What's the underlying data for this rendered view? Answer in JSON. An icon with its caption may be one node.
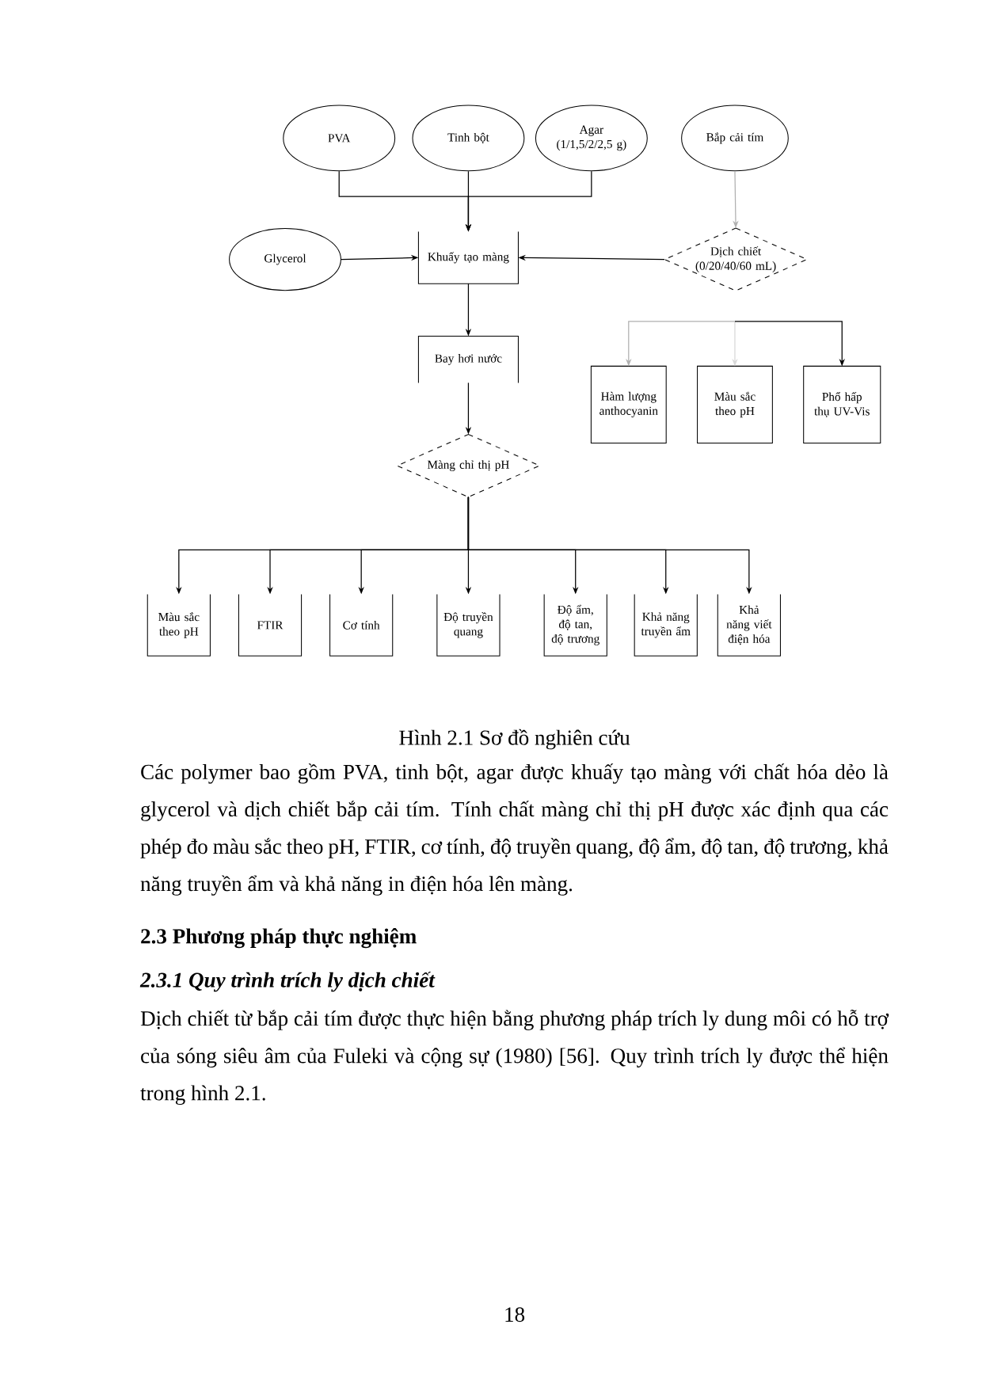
{
  "diagram": {
    "caption": "Hình 2.1 Sơ đồ nghiên cứu",
    "nodes": [
      {
        "text": [
          "PVA"
        ]
      },
      {
        "text": [
          "Tinh bột"
        ]
      },
      {
        "text": [
          "Agar (1/1,5/2/2,5 g)"
        ]
      },
      {
        "text": [
          "Bắp cải tím"
        ]
      },
      {
        "text": [
          "Glycerol"
        ]
      },
      {
        "text": [
          "Khuấy tạo màng"
        ]
      },
      {
        "text": [
          "Dịch chiết (0/20/40/60 mL)"
        ]
      },
      {
        "text": [
          "Bay hơi nước"
        ]
      },
      {
        "text": [
          "Màng chỉ thị pH"
        ]
      },
      {
        "text": [
          "Hàm lượng anthocyanin"
        ]
      },
      {
        "text": [
          "Màu sắc theo pH"
        ]
      },
      {
        "text": [
          "Phổ hấp thụ UV-Vis"
        ]
      },
      {
        "text": [
          "Màu sắc theo pH"
        ]
      },
      {
        "text": [
          "FTIR"
        ]
      },
      {
        "text": [
          "Cơ tính"
        ]
      },
      {
        "text": [
          "Độ truyền quang"
        ]
      },
      {
        "text": [
          "Độ ẩm, độ tan, độ trương"
        ]
      },
      {
        "text": [
          "Khả năng truyền ẩm"
        ]
      },
      {
        "text": [
          "Khả năng viết điện hóa"
        ]
      }
    ],
    "edges": [
      {
        "from": 0,
        "to": 5,
        "arrow": "to"
      },
      {
        "from": 1,
        "to": 5,
        "arrow": "to"
      },
      {
        "from": 2,
        "to": 5,
        "arrow": "to"
      },
      {
        "from": 3,
        "to": 6,
        "arrow": "to",
        "color": "#b0b0b0"
      },
      {
        "from": 4,
        "to": 5,
        "arrow": "to"
      },
      {
        "from": 6,
        "to": 5,
        "arrow": "to"
      },
      {
        "from": 5,
        "to": 7,
        "arrow": "to"
      },
      {
        "from": 7,
        "to": 8,
        "arrow": "to"
      },
      {
        "from": 8,
        "to": 12,
        "arrow": "to"
      },
      {
        "from": 8,
        "to": 13,
        "arrow": "to"
      },
      {
        "from": 8,
        "to": 14,
        "arrow": "to"
      },
      {
        "from": 8,
        "to": 15,
        "arrow": "to"
      },
      {
        "from": 8,
        "to": 16,
        "arrow": "to"
      },
      {
        "from": 8,
        "to": 17,
        "arrow": "to"
      },
      {
        "from": 8,
        "to": 18,
        "arrow": "to"
      },
      {
        "from": null,
        "to": 9,
        "arrow": "to",
        "color": "#b0b0b0"
      },
      {
        "from": null,
        "to": 10,
        "arrow": "to",
        "color": "#d8d8d8"
      },
      {
        "from": null,
        "to": 11,
        "arrow": "to"
      }
    ],
    "labels": [
      "Các polymer bao gồm PVA, tinh bột, agar được khuấy tạo màng với chất hóa dẻo là glycerol và dịch chiết bắp cải tím. Tính chất màng chỉ thị pH được xác định qua các phép đo màu sắc theo pH, FTIR, cơ tính, độ truyền quang, độ ẩm, độ tan, độ trương, khả năng truyền ẩm và khả năng in điện hóa lên màng.",
      "2.3 Phương pháp thực nghiệm",
      "2.3.1 Quy trình trích ly dịch chiết",
      "Dịch chiết từ bắp cải tím được thực hiện bằng phương pháp trích ly dung môi có hỗ trợ của sóng siêu âm của Fuleki và cộng sự (1980) [56]. Quy trình trích ly được thể hiện trong hình 2.1.",
      "18"
    ]
  }
}
